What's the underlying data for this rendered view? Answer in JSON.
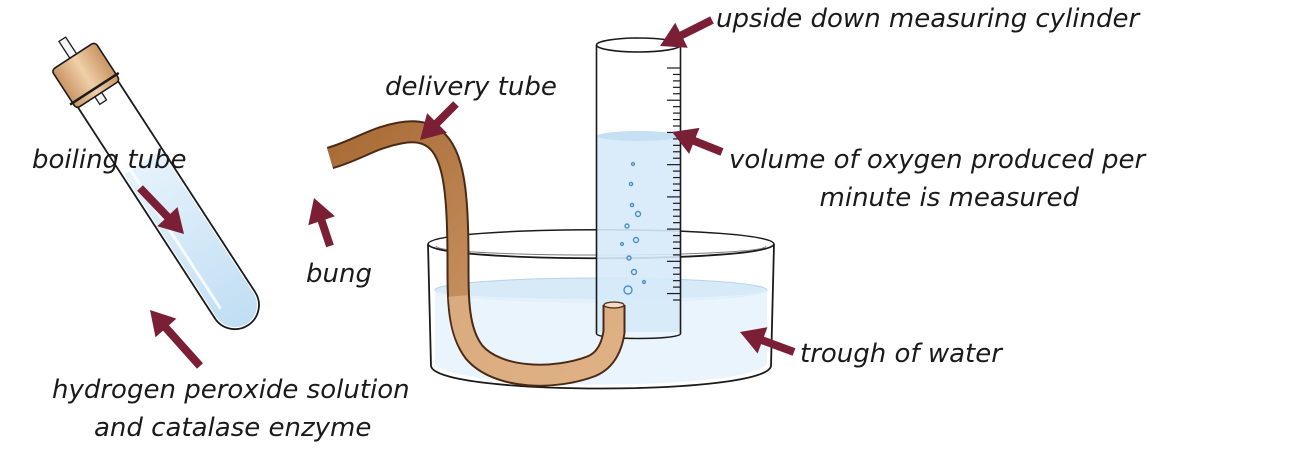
{
  "labels": {
    "measuring_cylinder": "upside down measuring cylinder",
    "delivery_tube": "delivery tube",
    "boiling_tube": "boiling tube",
    "oxygen_line1": "volume of oxygen produced per",
    "oxygen_line2": "minute is measured",
    "bung": "bung",
    "trough": "trough of water",
    "peroxide_line1": "hydrogen peroxide solution",
    "peroxide_line2": "and catalase enzyme"
  },
  "icons": {
    "pointer": "arrow-icon"
  },
  "colors": {
    "arrow": "#7a1f35",
    "tube": "#b87a45",
    "tube_light": "#d9a97a",
    "bung": "#e2b98c",
    "water": "#cfe6f7",
    "glass_outline": "#1a1a1a"
  }
}
